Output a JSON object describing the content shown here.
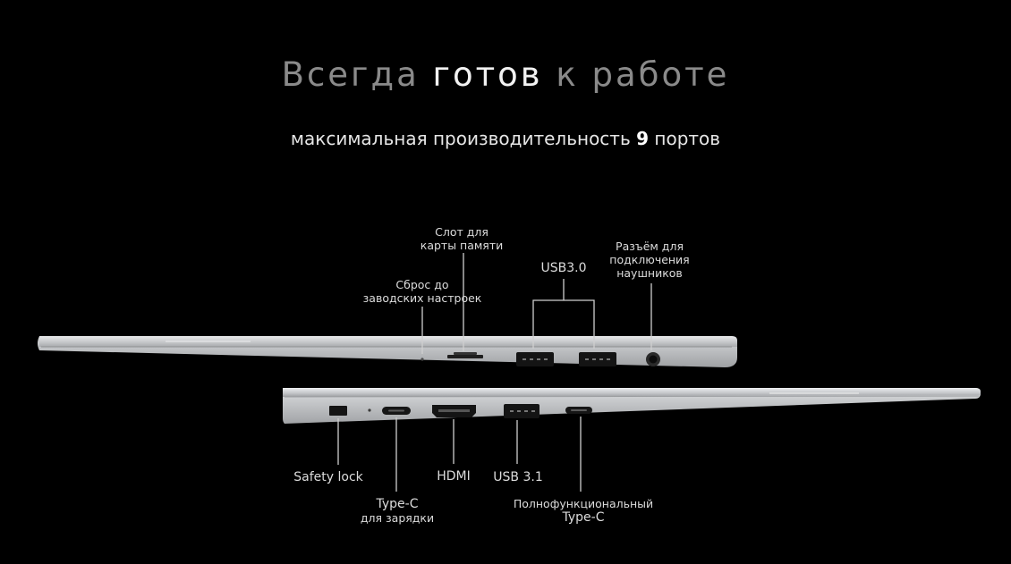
{
  "headline": {
    "part1": "Всегда",
    "part2": "готов",
    "part3": "к",
    "part4": "работе"
  },
  "subtitle": {
    "before": "максимальная производительность",
    "number": "9",
    "after": "портов"
  },
  "top_ports": {
    "reset": [
      "Сброс до",
      "заводских настроек"
    ],
    "card_slot": [
      "Слот для",
      "карты памяти"
    ],
    "usb30": "USB3.0",
    "headphones": [
      "Разъём для",
      "подключения",
      "наушников"
    ]
  },
  "bottom_ports": {
    "safety_lock": "Safety lock",
    "typec_charge": [
      "Type-C",
      "для зарядки"
    ],
    "hdmi": "HDMI",
    "usb31": "USB 3.1",
    "typec_full": [
      "Полнофункциональный",
      "Type-C"
    ]
  },
  "colors": {
    "background": "#000000",
    "laptop_body": "#c9cbce",
    "line": "#cfcfcf"
  }
}
